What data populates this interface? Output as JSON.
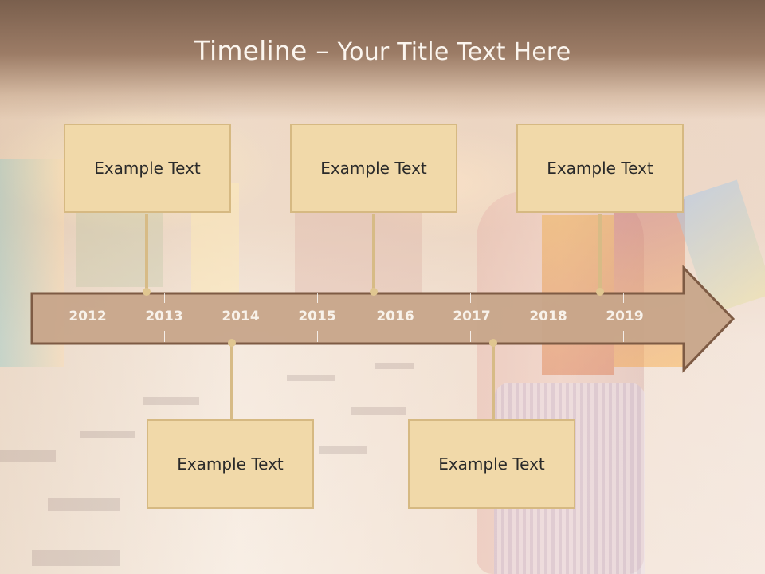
{
  "slide": {
    "title_main": "Timeline –",
    "title_rest": "Your Title Text Here"
  },
  "timeline": {
    "years": [
      "2012",
      "2013",
      "2014",
      "2015",
      "2016",
      "2017",
      "2018",
      "2019"
    ],
    "events_top": [
      {
        "text": "Example Text"
      },
      {
        "text": "Example Text"
      },
      {
        "text": "Example Text"
      }
    ],
    "events_bottom": [
      {
        "text": "Example Text"
      },
      {
        "text": "Example Text"
      }
    ]
  },
  "colors": {
    "header": "#7a5f4d",
    "arrow_fill": "#c7a58a",
    "arrow_border": "#7e5b44",
    "box_fill": "#f1d9a9",
    "box_border": "#d6b982"
  }
}
